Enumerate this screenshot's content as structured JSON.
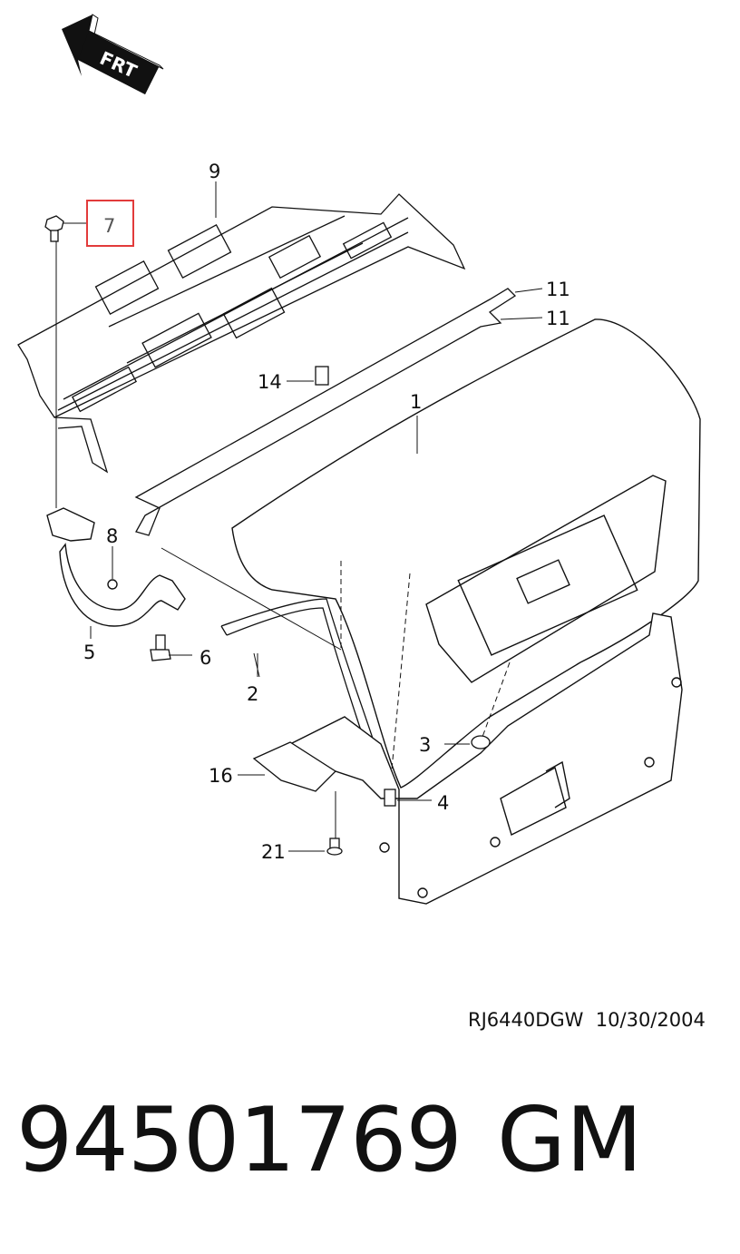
{
  "diagram": {
    "direction_label": "FRT",
    "callouts": [
      {
        "id": "1",
        "label": "1"
      },
      {
        "id": "2",
        "label": "2"
      },
      {
        "id": "3",
        "label": "3"
      },
      {
        "id": "4",
        "label": "4"
      },
      {
        "id": "5",
        "label": "5"
      },
      {
        "id": "6",
        "label": "6"
      },
      {
        "id": "7",
        "label": "7",
        "highlighted": true
      },
      {
        "id": "8",
        "label": "8"
      },
      {
        "id": "9",
        "label": "9"
      },
      {
        "id": "11a",
        "label": "11"
      },
      {
        "id": "11b",
        "label": "11"
      },
      {
        "id": "14",
        "label": "14"
      },
      {
        "id": "16",
        "label": "16"
      },
      {
        "id": "21",
        "label": "21"
      }
    ],
    "highlight_color": "#e23b3b"
  },
  "footer": {
    "drawing_code": "RJ6440DGW  10/30/2004",
    "part_number": "94501769",
    "brand": "GM"
  }
}
